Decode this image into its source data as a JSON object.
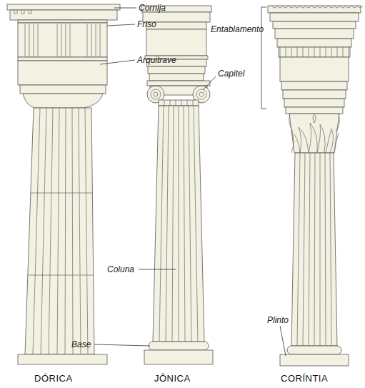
{
  "diagram": {
    "labels": [
      "Cornija",
      "Friso",
      "Entablamento",
      "Arquitrave",
      "Capitel",
      "Coluna",
      "Base",
      "Plinto",
      "DÓRICA",
      "JÔNICA",
      "CORÍNTIA"
    ]
  }
}
